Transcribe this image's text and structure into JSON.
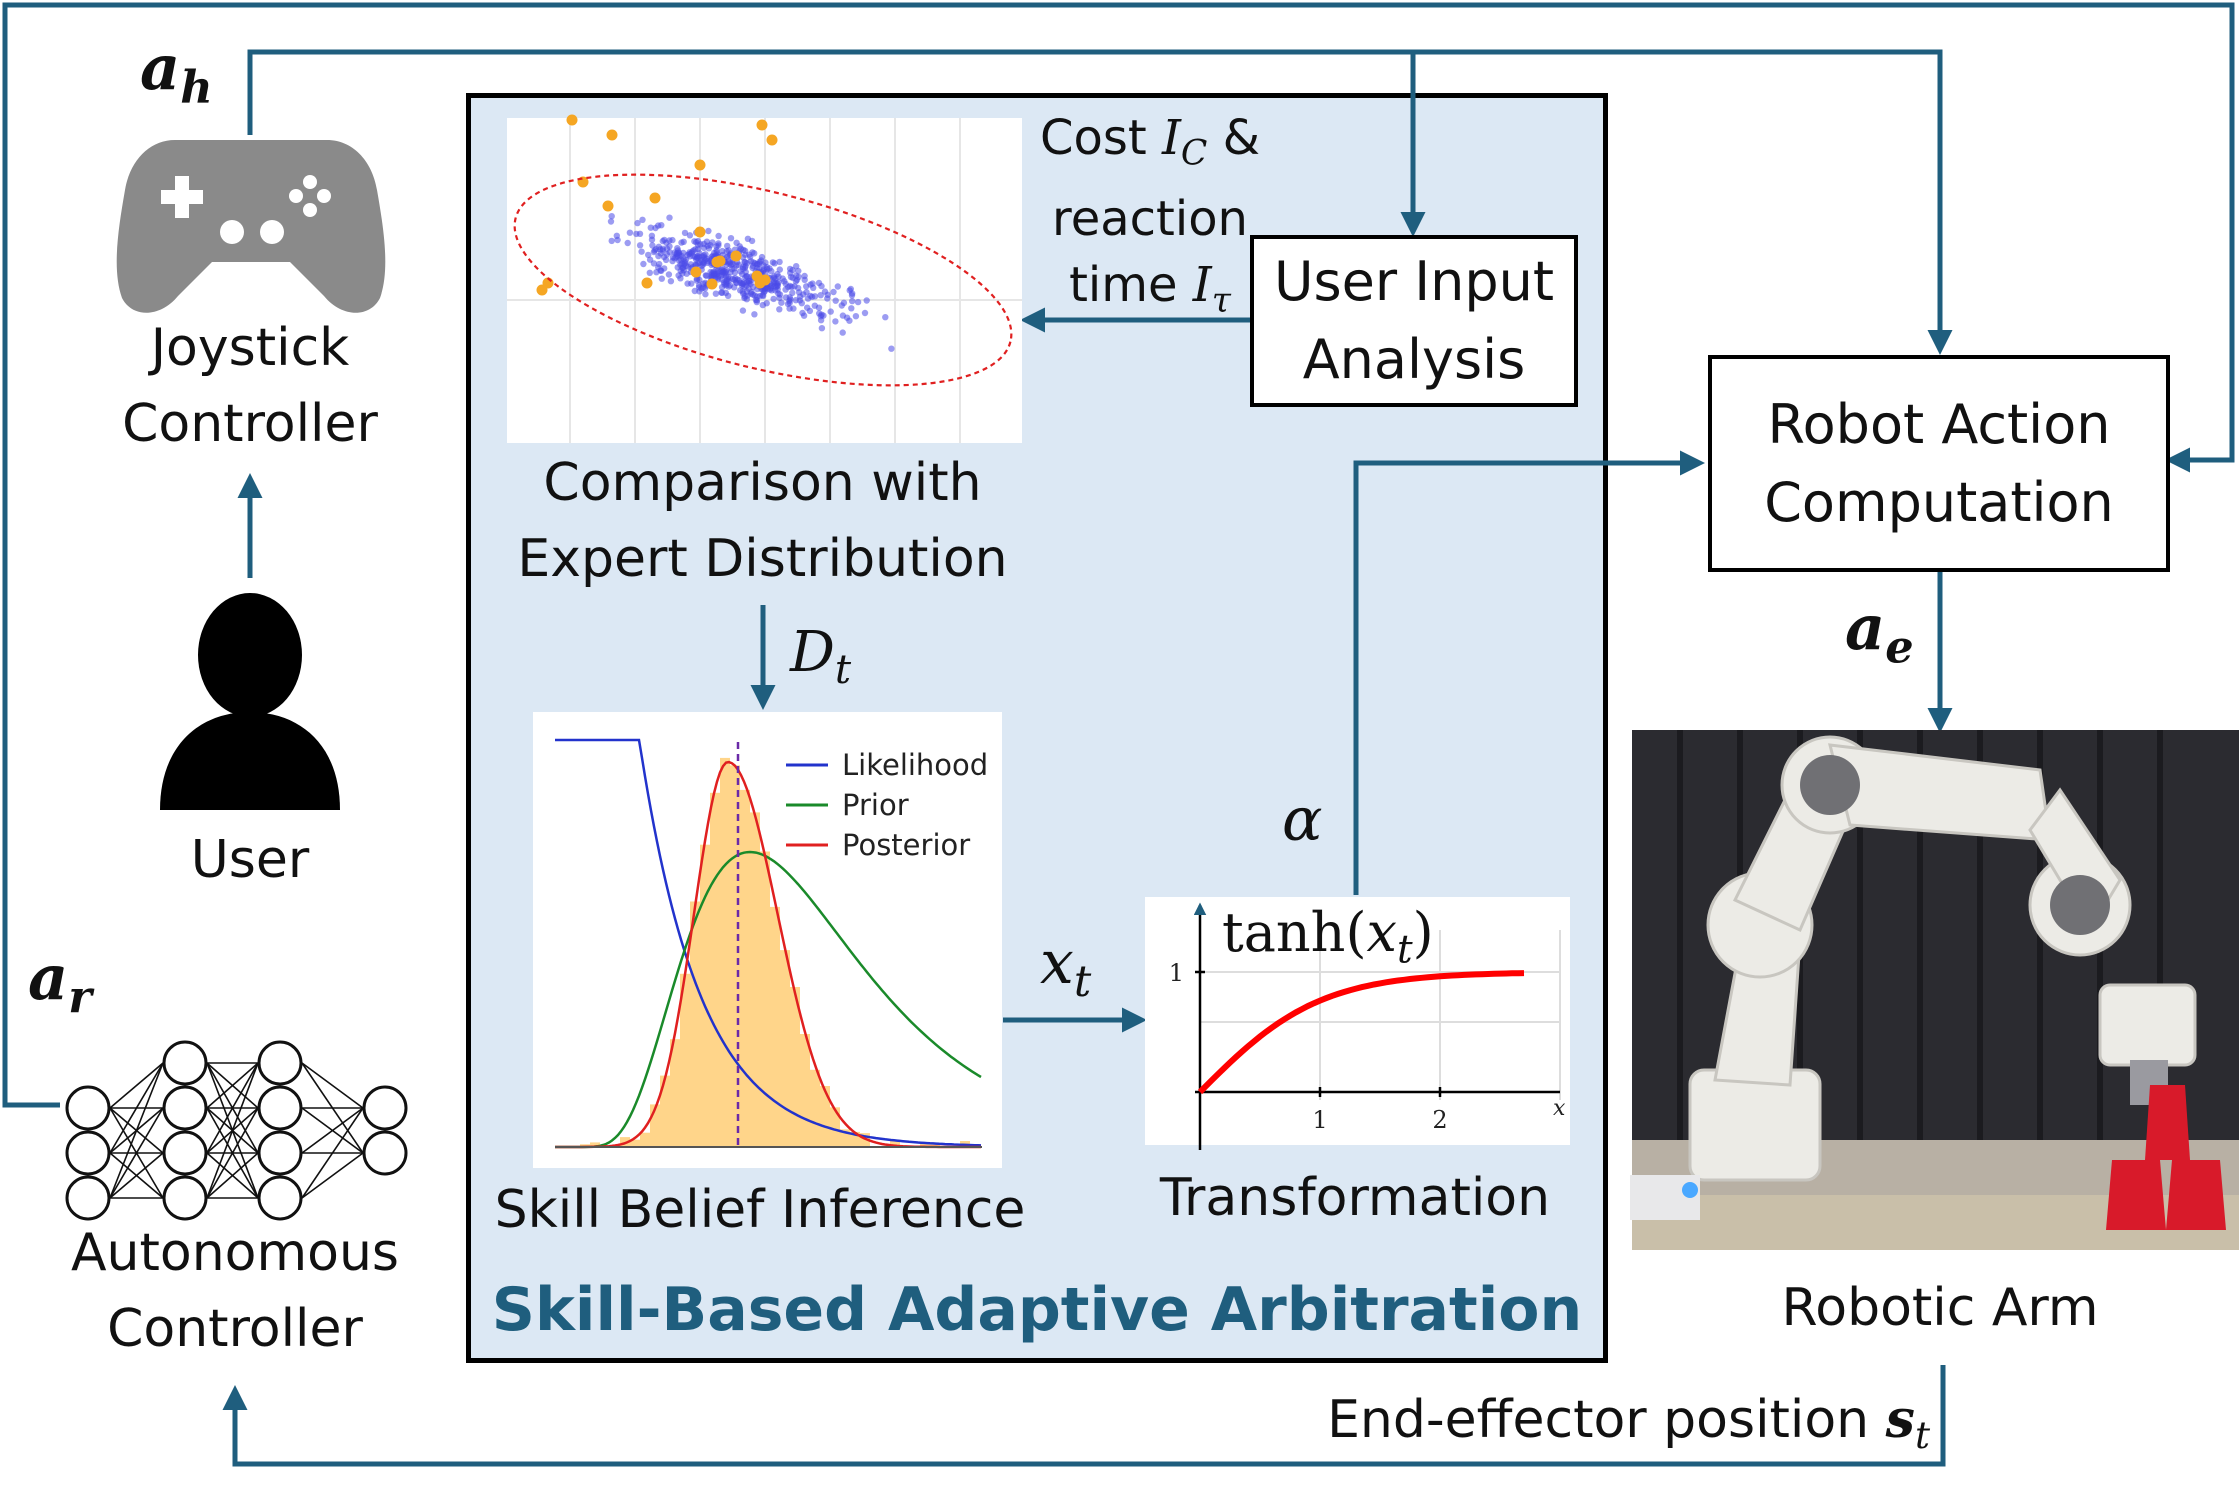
{
  "nodes": {
    "joystick_label": [
      "Joystick",
      "Controller"
    ],
    "user_label": "User",
    "autonomous_label": [
      "Autonomous",
      "Controller"
    ],
    "user_input_analysis": [
      "User Input",
      "Analysis"
    ],
    "robot_action_computation": [
      "Robot Action",
      "Computation"
    ],
    "robotic_arm_label": "Robotic Arm",
    "comparison_label": [
      "Comparison with",
      "Expert Distribution"
    ],
    "skill_belief_label": "Skill Belief Inference",
    "transformation_label": "Transformation",
    "panel_title": "Skill-Based Adaptive Arbitration"
  },
  "edge_labels": {
    "a_h": {
      "base": "a",
      "sub": "h"
    },
    "a_r": {
      "base": "a",
      "sub": "r"
    },
    "a_e": {
      "base": "a",
      "sub": "e"
    },
    "d_t": {
      "base": "D",
      "sub": "t"
    },
    "x_t": {
      "base": "x",
      "sub": "t"
    },
    "alpha": "α",
    "cost_line1": {
      "pre": "Cost ",
      "sym": "I",
      "sub": "C",
      "post": " &"
    },
    "cost_line2": "reaction",
    "cost_line3": {
      "pre": "time ",
      "sym": "I",
      "sub": "τ"
    },
    "end_effector": {
      "text": "End-effector position ",
      "sym": "s",
      "sub": "t"
    }
  },
  "likelihood_legend": [
    "Likelihood",
    "Prior",
    "Posterior"
  ],
  "tanh_plot": {
    "title_pre": "tanh(",
    "title_sym": "x",
    "title_sub": "t",
    "title_post": ")",
    "x_ticks": [
      "1",
      "2"
    ],
    "y_ticks": [
      "1"
    ],
    "x_axis_label": "x"
  },
  "colors": {
    "arrow": "#1f5e7e",
    "panel_bg": "#dce8f4",
    "panel_title": "#1f5e7e",
    "likelihood": "#2233cc",
    "prior": "#1a8a2a",
    "posterior": "#e02020",
    "histogram": "#ffd58a",
    "scatter_blue": "#4a4ae8",
    "scatter_orange": "#f5a623",
    "tanh_curve": "#ff0000"
  },
  "icons": [
    "gamepad-icon",
    "user-icon",
    "neural-network-icon",
    "robot-arm-image"
  ]
}
